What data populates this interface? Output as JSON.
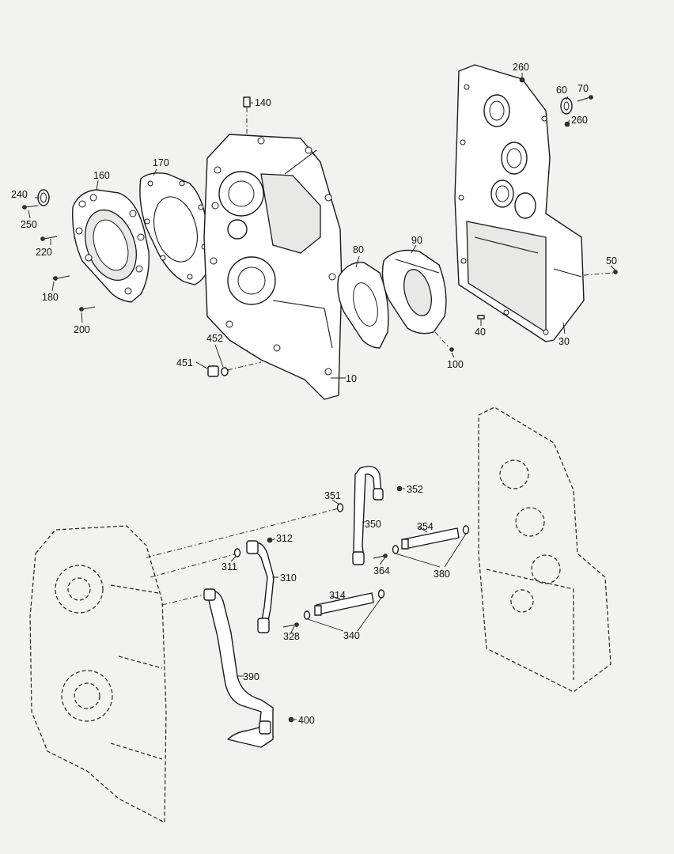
{
  "callouts": {
    "c10": "10",
    "c30": "30",
    "c40": "40",
    "c50": "50",
    "c60": "60",
    "c70": "70",
    "c80": "80",
    "c90": "90",
    "c100": "100",
    "c140": "140",
    "c160": "160",
    "c170": "170",
    "c180": "180",
    "c200": "200",
    "c220": "220",
    "c240": "240",
    "c250": "250",
    "c260a": "260",
    "c260b": "260",
    "c310": "310",
    "c311": "311",
    "c312": "312",
    "c314": "314",
    "c328": "328",
    "c340": "340",
    "c350": "350",
    "c351": "351",
    "c352": "352",
    "c354": "354",
    "c364": "364",
    "c380": "380",
    "c390": "390",
    "c400": "400",
    "c451": "451",
    "c452": "452"
  }
}
